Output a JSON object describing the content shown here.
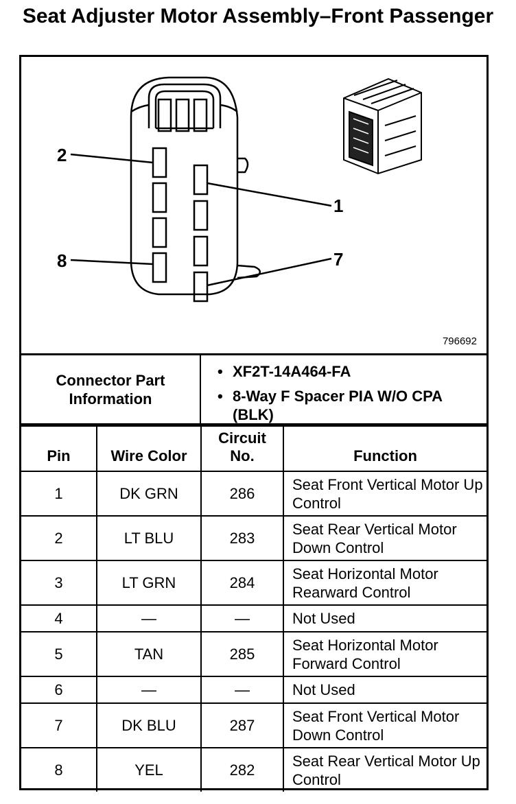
{
  "title": "Seat Adjuster Motor Assembly–Front Passenger",
  "diagram": {
    "figure_number": "796692",
    "pin_callouts": [
      "2",
      "1",
      "8",
      "7"
    ]
  },
  "connector_info": {
    "label": "Connector Part Information",
    "items": [
      "XF2T-14A464-FA",
      "8-Way F Spacer PIA W/O CPA (BLK)"
    ]
  },
  "table": {
    "headers": [
      "Pin",
      "Wire Color",
      "Circuit No.",
      "Function"
    ],
    "rows": [
      {
        "pin": "1",
        "wire_color": "DK GRN",
        "circuit": "286",
        "function": "Seat Front Vertical Motor Up Control"
      },
      {
        "pin": "2",
        "wire_color": "LT BLU",
        "circuit": "283",
        "function": "Seat Rear Vertical Motor Down Control"
      },
      {
        "pin": "3",
        "wire_color": "LT GRN",
        "circuit": "284",
        "function": "Seat Horizontal Motor Rearward Control"
      },
      {
        "pin": "4",
        "wire_color": "—",
        "circuit": "—",
        "function": "Not Used"
      },
      {
        "pin": "5",
        "wire_color": "TAN",
        "circuit": "285",
        "function": "Seat Horizontal Motor Forward Control"
      },
      {
        "pin": "6",
        "wire_color": "—",
        "circuit": "—",
        "function": "Not Used"
      },
      {
        "pin": "7",
        "wire_color": "DK BLU",
        "circuit": "287",
        "function": "Seat Front Vertical Motor Down Control"
      },
      {
        "pin": "8",
        "wire_color": "YEL",
        "circuit": "282",
        "function": "Seat Rear Vertical Motor Up Control"
      }
    ]
  }
}
